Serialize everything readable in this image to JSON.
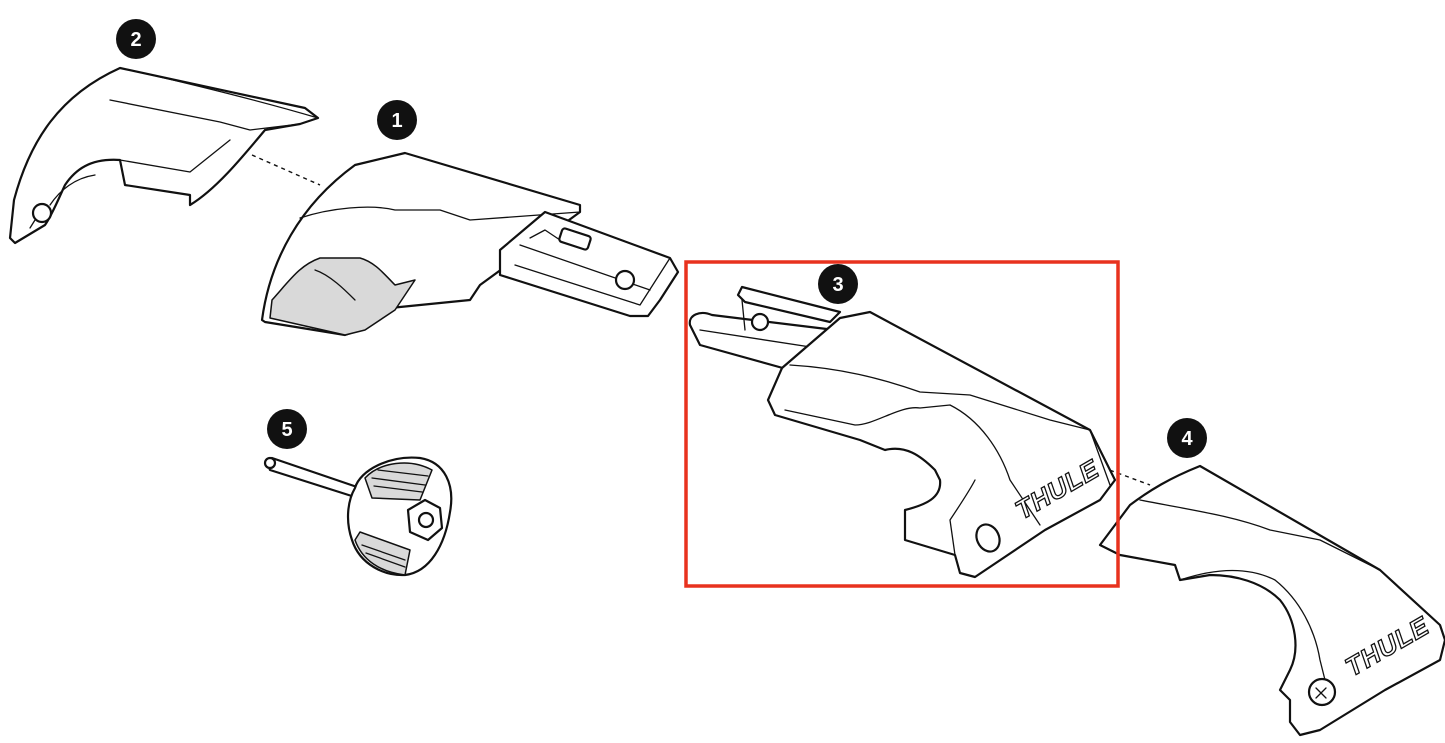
{
  "badges": {
    "part1": "1",
    "part2": "2",
    "part3": "3",
    "part4": "4",
    "part5": "5"
  },
  "brand": {
    "part3_logo": "THULE",
    "part4_logo": "THULE"
  },
  "colors": {
    "highlight": "#e8321e",
    "ink": "#111111",
    "badge": "#111111",
    "background": "#ffffff"
  },
  "highlighted_part": "3"
}
